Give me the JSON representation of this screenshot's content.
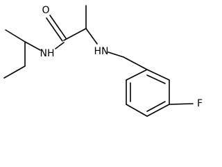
{
  "molecule": {
    "atoms": {
      "oxygen": "O",
      "amide_nitrogen": "NH",
      "amine_nitrogen": "HN",
      "fluorine": "F"
    },
    "colors": {
      "bond": "#000000",
      "label": "#000000",
      "background": "#ffffff"
    }
  }
}
